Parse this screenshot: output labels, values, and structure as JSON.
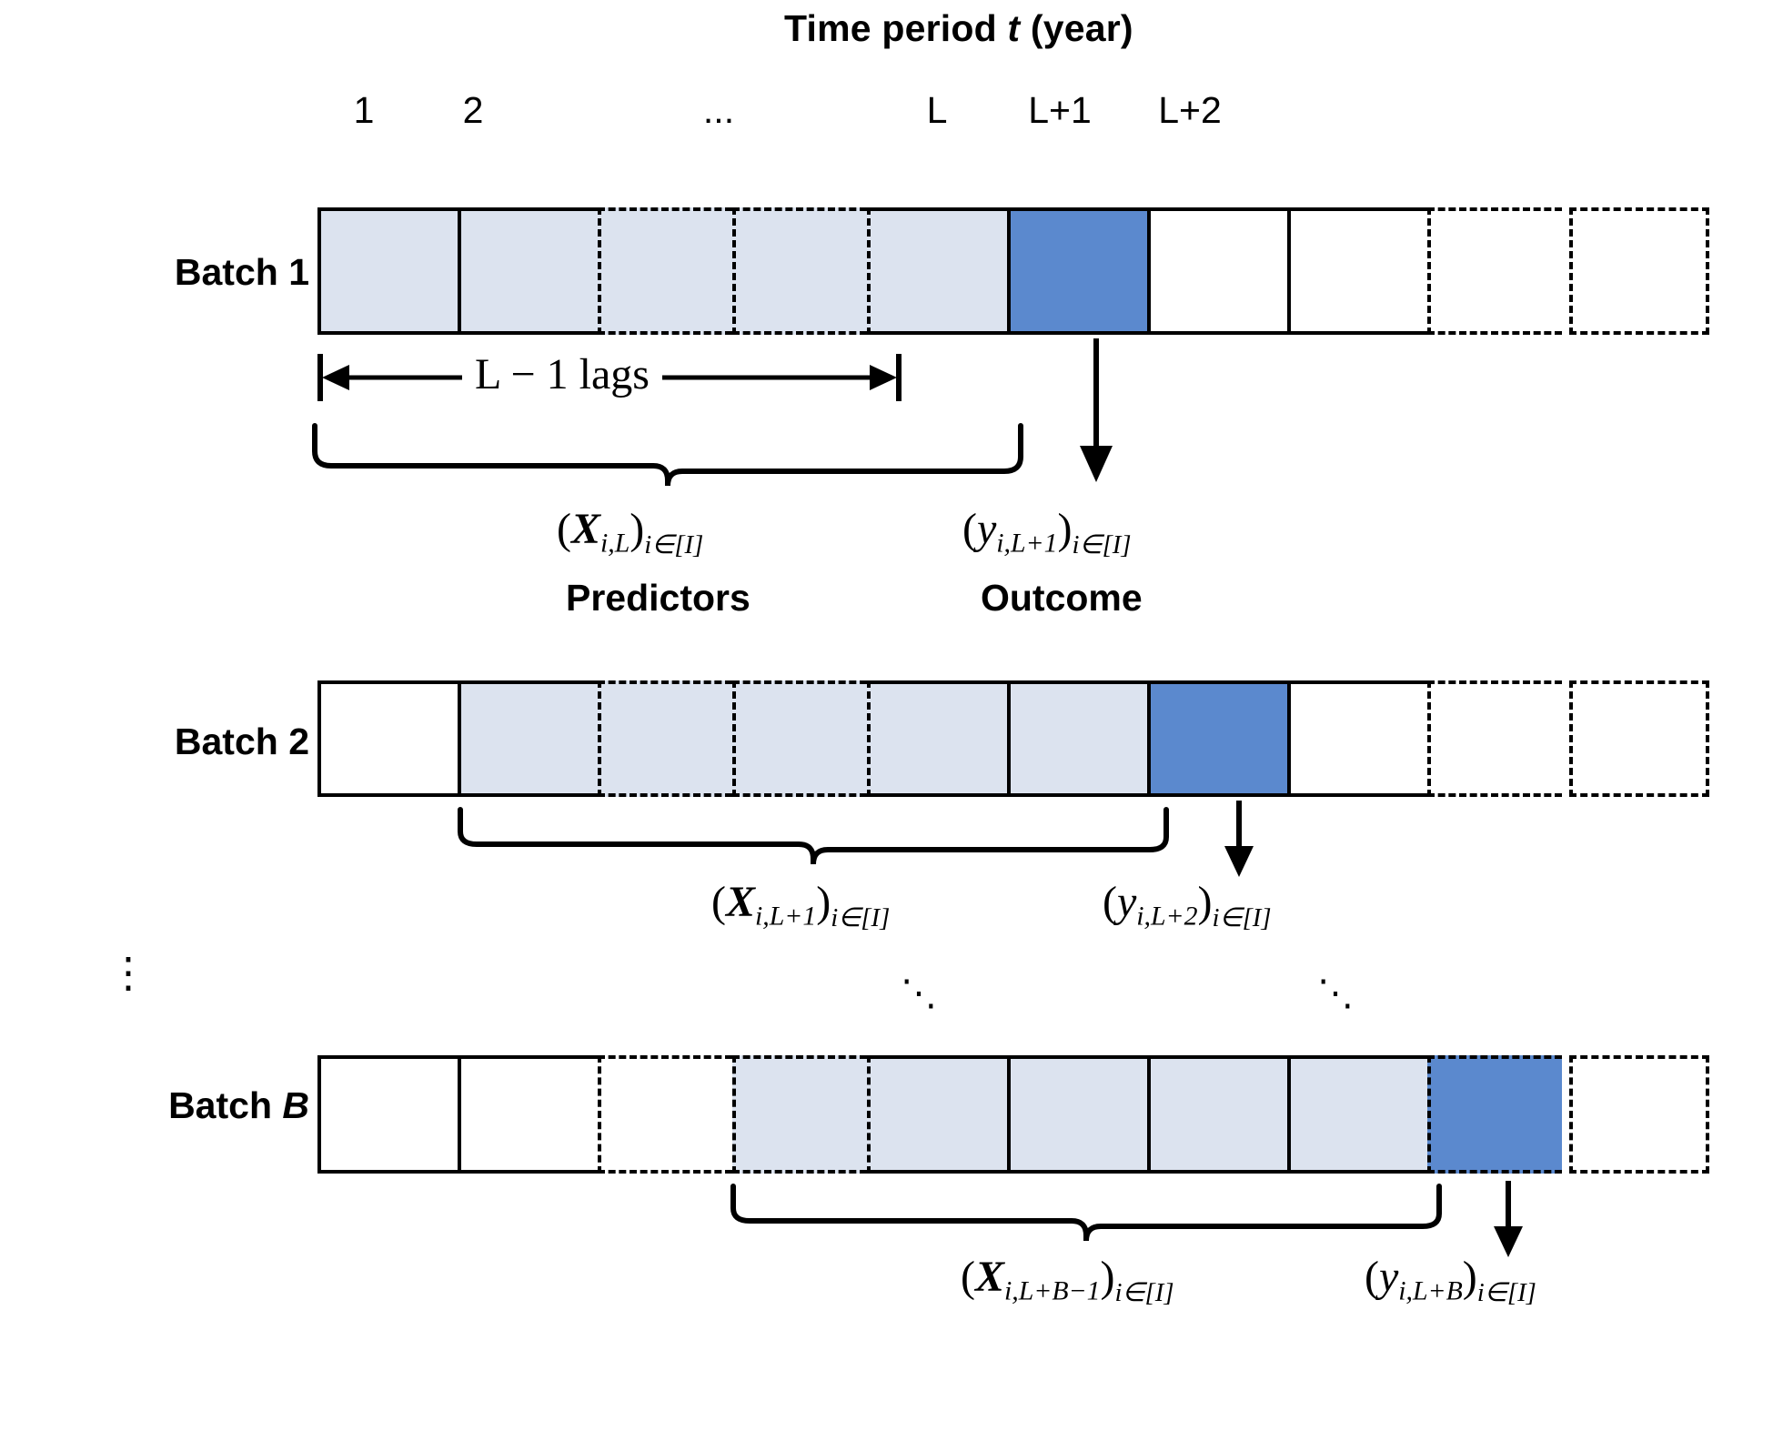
{
  "header": {
    "title_prefix": "Time period ",
    "title_var": "t",
    "title_suffix": " (year)"
  },
  "column_labels": [
    "1",
    "2",
    "...",
    "L",
    "L+1",
    "L+2"
  ],
  "batches": [
    {
      "label_prefix": "Batch ",
      "label_value": "1",
      "cells": [
        "none",
        "light",
        "light",
        "light",
        "light",
        "light",
        "dark",
        "none",
        "none",
        "none",
        "none"
      ],
      "span_label": "L − 1 lags",
      "predictor_math": "(X i,L) i∈[I]",
      "predictor_caption": "Predictors",
      "outcome_math": "(y i,L+1) i∈[I]",
      "outcome_caption": "Outcome"
    },
    {
      "label_prefix": "Batch ",
      "label_value": "2",
      "cells": [
        "none",
        "none",
        "light",
        "light",
        "light",
        "light",
        "light",
        "dark",
        "none",
        "none",
        "none"
      ],
      "predictor_math": "(X i,L+1) i∈[I]",
      "outcome_math": "(y i,L+2) i∈[I]"
    },
    {
      "label_prefix": "Batch ",
      "label_value": "B",
      "cells": [
        "none",
        "none",
        "none",
        "none",
        "light",
        "light",
        "light",
        "light",
        "light",
        "dark",
        "none"
      ],
      "predictor_math": "(X i,L+B−1) i∈[I]",
      "outcome_math": "(y i,L+B) i∈[I]"
    }
  ],
  "math_text": {
    "b1_x_open": "(",
    "b1_x_sym": "X",
    "b1_x_sub": "i,L",
    "b1_x_close": ")",
    "b1_x_outer": "i∈[I]",
    "b1_y_open": "(",
    "b1_y_sym": "y",
    "b1_y_sub": "i,L+1",
    "b1_y_close": ")",
    "b1_y_outer": "i∈[I]",
    "b2_x_sub": "i,L+1",
    "b2_y_sub": "i,L+2",
    "bB_x_sub": "i,L+B−1",
    "bB_y_sub": "i,L+B"
  },
  "ellipsis": {
    "row_gap_left": "⋮",
    "row_gap_mid": "⋱",
    "row_gap_right": "⋱"
  },
  "colors": {
    "predictor_fill": "#dce3ef",
    "outcome_fill": "#5b89ce",
    "stroke": "#000000",
    "background": "#ffffff"
  },
  "captions": {
    "predictors": "Predictors",
    "outcome": "Outcome",
    "lags": "L − 1 lags"
  }
}
